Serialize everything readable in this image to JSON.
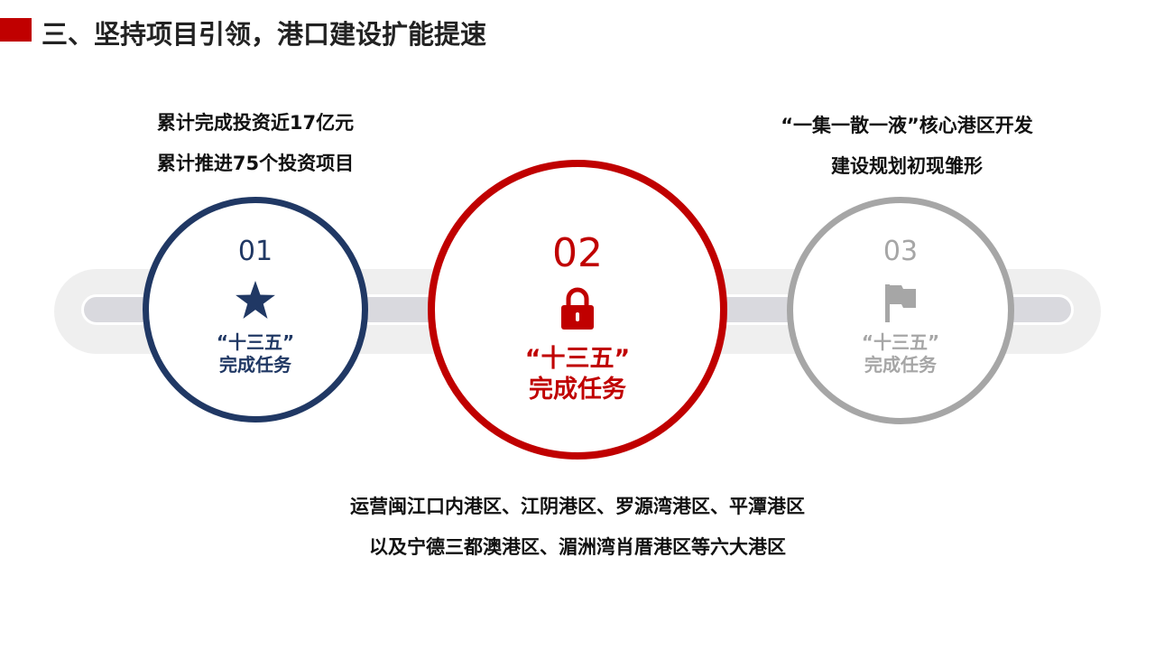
{
  "title": "三、坚持项目引领，港口建设扩能提速",
  "steps": [
    {
      "number": "01",
      "icon": "star-icon",
      "line1": "“十三五”",
      "line2": "完成任务",
      "color": "#203864"
    },
    {
      "number": "02",
      "icon": "lock-icon",
      "line1": "“十三五”",
      "line2": "完成任务",
      "color": "#c00000"
    },
    {
      "number": "03",
      "icon": "flag-icon",
      "line1": "“十三五”",
      "line2": "完成任务",
      "color": "#a6a6a6"
    }
  ],
  "notes": {
    "left": [
      "累计完成投资近17亿元",
      "累计推进75个投资项目"
    ],
    "right": [
      "“一集一散一液”核心港区开发",
      "建设规划初现雏形"
    ],
    "bottom": [
      "运营闽江口内港区、江阴港区、罗源湾港区、平潭港区",
      "以及宁德三都澳港区、湄洲湾肖厝港区等六大港区"
    ]
  }
}
